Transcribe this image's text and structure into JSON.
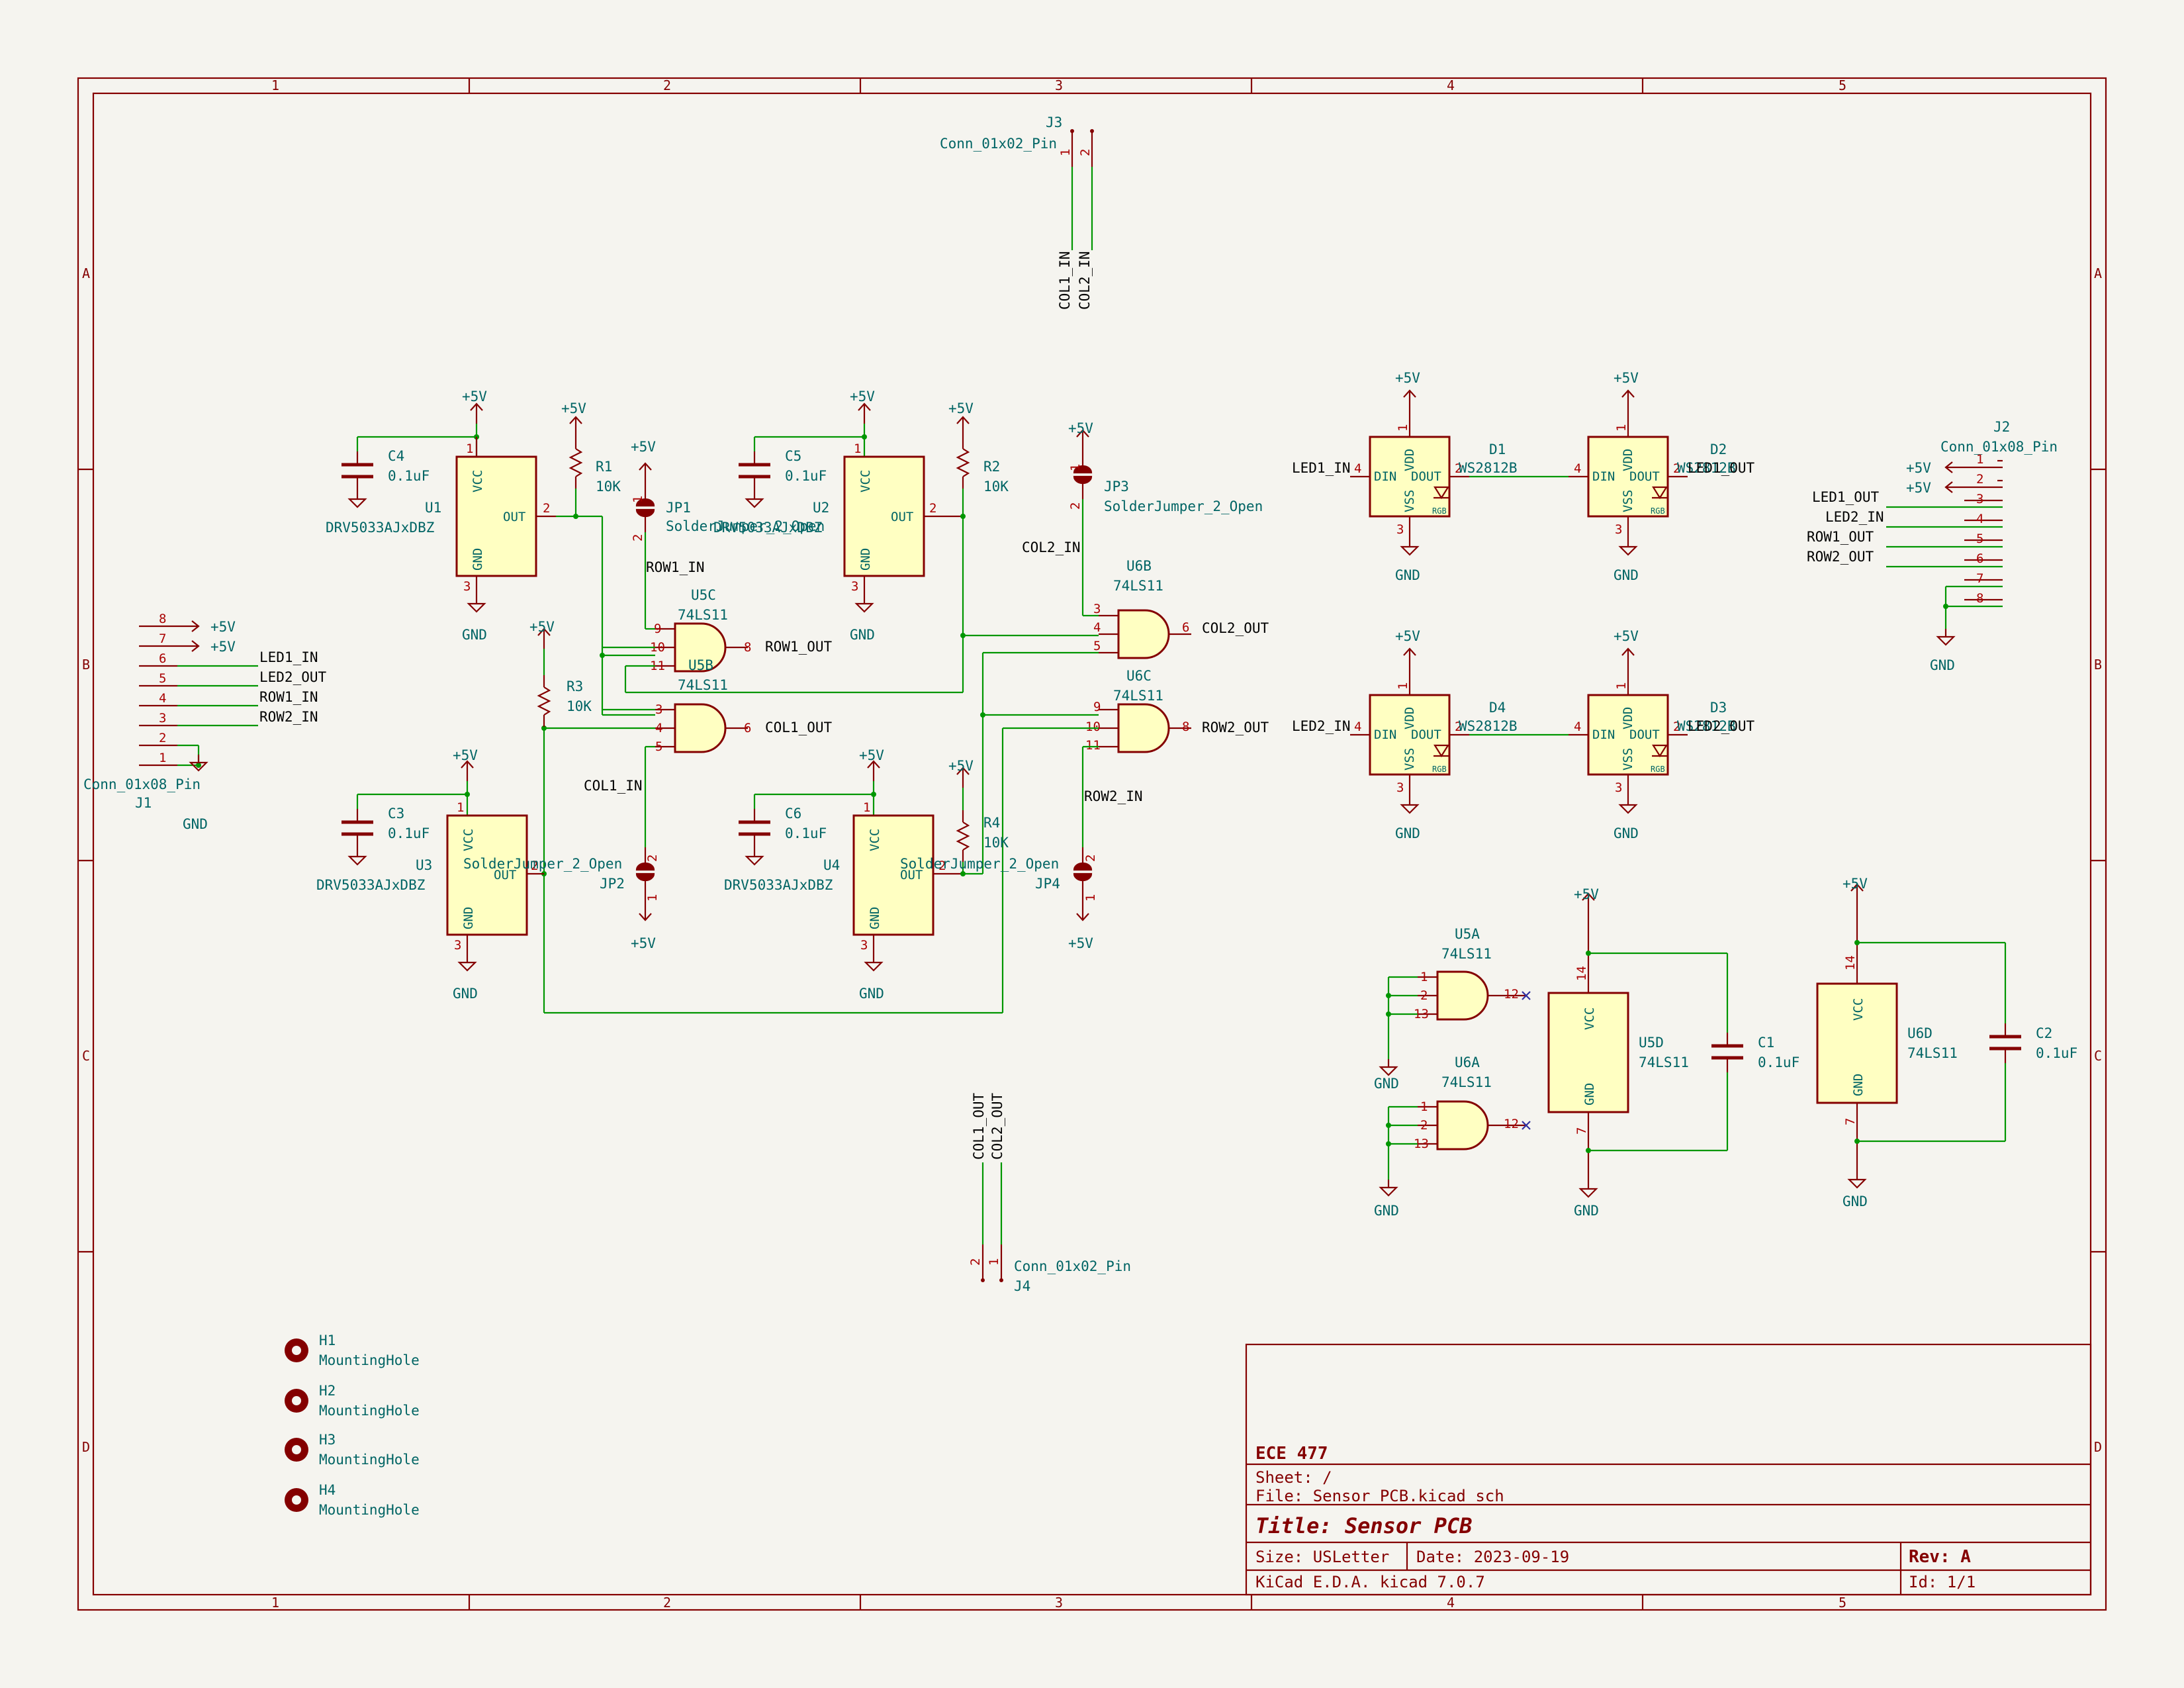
{
  "title_block": {
    "company": "ECE 477",
    "sheet": "Sheet: /",
    "file": "File: Sensor PCB.kicad_sch",
    "title": "Title: Sensor PCB",
    "size": "Size: USLetter",
    "date": "Date: 2023-09-19",
    "rev": "Rev: A",
    "tool": "KiCad E.D.A.  kicad 7.0.7",
    "id": "Id: 1/1"
  },
  "border": {
    "cols": [
      "1",
      "2",
      "3",
      "4",
      "5"
    ],
    "rows": [
      "A",
      "B",
      "C",
      "D"
    ]
  },
  "common": {
    "p5v": "+5V",
    "gnd": "GND",
    "vcc": "VCC",
    "gnd_pin": "GND",
    "out_pin": "OUT",
    "vdd": "VDD",
    "vss": "VSS",
    "din": "DIN",
    "dout": "DOUT",
    "rgb": "RGB",
    "drv": "DRV5033AJxDBZ",
    "ls11": "74LS11",
    "cap": "0.1uF",
    "res": "10K",
    "jumper": "SolderJumper_2_Open",
    "conn8": "Conn_01x08_Pin",
    "conn2": "Conn_01x02_Pin",
    "ws": "WS2812B",
    "mh": "MountingHole"
  },
  "pins": [
    "1",
    "2",
    "3",
    "4",
    "5",
    "6",
    "7",
    "8",
    "9",
    "10",
    "11",
    "12",
    "13",
    "14"
  ],
  "refs": {
    "u1": "U1",
    "u2": "U2",
    "u3": "U3",
    "u4": "U4",
    "u5a": "U5A",
    "u5b": "U5B",
    "u5c": "U5C",
    "u5d": "U5D",
    "u6a": "U6A",
    "u6b": "U6B",
    "u6c": "U6C",
    "u6d": "U6D",
    "c1": "C1",
    "c2": "C2",
    "c3": "C3",
    "c4": "C4",
    "c5": "C5",
    "c6": "C6",
    "r1": "R1",
    "r2": "R2",
    "r3": "R3",
    "r4": "R4",
    "jp1": "JP1",
    "jp2": "JP2",
    "jp3": "JP3",
    "jp4": "JP4",
    "j1": "J1",
    "j2": "J2",
    "j3": "J3",
    "j4": "J4",
    "d1": "D1",
    "d2": "D2",
    "d3": "D3",
    "d4": "D4",
    "h1": "H1",
    "h2": "H2",
    "h3": "H3",
    "h4": "H4"
  },
  "nets": {
    "led1_in": "LED1_IN",
    "led1_out": "LED1_OUT",
    "led2_in": "LED2_IN",
    "led2_out": "LED2_OUT",
    "row1_in": "ROW1_IN",
    "row2_in": "ROW2_IN",
    "row1_out": "ROW1_OUT",
    "row2_out": "ROW2_OUT",
    "col1_in": "COL1_IN",
    "col2_in": "COL2_IN",
    "col1_out": "COL1_OUT",
    "col2_out": "COL2_OUT"
  }
}
